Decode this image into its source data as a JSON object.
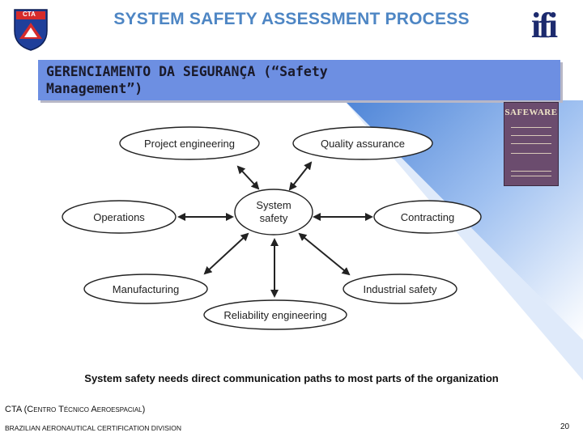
{
  "header": {
    "title": "SYSTEM SAFETY ASSESSMENT PROCESS",
    "logo_left_text": "CTA",
    "logo_right_text": "ifi"
  },
  "subtitle": {
    "line1": "GERENCIAMENTO DA SEGURANÇA (“Safety",
    "line2": "Management”)"
  },
  "book": {
    "title": "SAFEWARE"
  },
  "diagram": {
    "center": {
      "line1": "System",
      "line2": "safety"
    },
    "nodes": {
      "project_engineering": "Project engineering",
      "quality_assurance": "Quality assurance",
      "operations": "Operations",
      "contracting": "Contracting",
      "manufacturing": "Manufacturing",
      "industrial_safety": "Industrial safety",
      "reliability_engineering": "Reliability engineering"
    }
  },
  "caption": "System safety needs direct communication paths to most parts of the organization",
  "footer": {
    "cta_prefix": "CTA (C",
    "cta_sc1": "ENTRO",
    "cta_sep": " T",
    "cta_sc2": "ÉCNICO",
    "cta_sep2": " A",
    "cta_sc3": "EROESPACIAL",
    "cta_suffix": ")",
    "division": "BRAZILIAN AERONAUTICAL CERTIFICATION DIVISION",
    "page_number": "20"
  },
  "colors": {
    "title": "#4e86c4",
    "subtitle_box": "#6d8fe2",
    "band_dark": "#2f6fd0",
    "band_light": "#ffffff"
  }
}
